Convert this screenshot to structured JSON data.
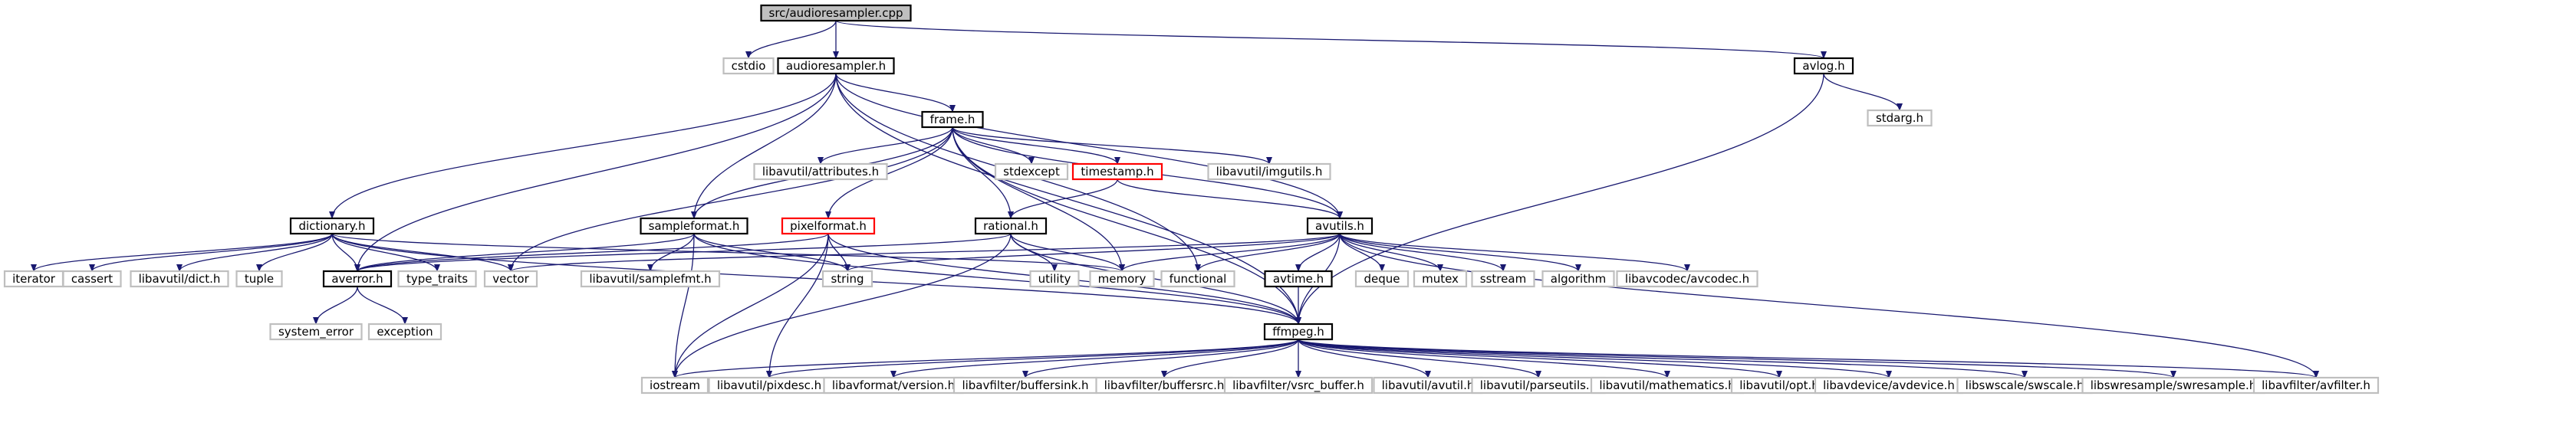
{
  "diagram": {
    "nodes": [
      {
        "id": "src",
        "label": "src/audioresampler.cpp",
        "kind": "root"
      },
      {
        "id": "cstdio",
        "label": "cstdio",
        "kind": "system"
      },
      {
        "id": "audioresampler_h",
        "label": "audioresampler.h",
        "kind": "local"
      },
      {
        "id": "avlog_h",
        "label": "avlog.h",
        "kind": "local"
      },
      {
        "id": "stdarg_h",
        "label": "stdarg.h",
        "kind": "system"
      },
      {
        "id": "frame_h",
        "label": "frame.h",
        "kind": "local"
      },
      {
        "id": "dictionary_h",
        "label": "dictionary.h",
        "kind": "local"
      },
      {
        "id": "sampleformat_h",
        "label": "sampleformat.h",
        "kind": "local"
      },
      {
        "id": "libavutil_attributes_h",
        "label": "libavutil/attributes.h",
        "kind": "system"
      },
      {
        "id": "stdexcept",
        "label": "stdexcept",
        "kind": "system"
      },
      {
        "id": "timestamp_h",
        "label": "timestamp.h",
        "kind": "missing"
      },
      {
        "id": "libavutil_imgutils_h",
        "label": "libavutil/imgutils.h",
        "kind": "system"
      },
      {
        "id": "pixelformat_h",
        "label": "pixelformat.h",
        "kind": "missing"
      },
      {
        "id": "rational_h",
        "label": "rational.h",
        "kind": "local"
      },
      {
        "id": "avutils_h",
        "label": "avutils.h",
        "kind": "local"
      },
      {
        "id": "iterator",
        "label": "iterator",
        "kind": "system"
      },
      {
        "id": "cassert",
        "label": "cassert",
        "kind": "system"
      },
      {
        "id": "libavutil_dict_h",
        "label": "libavutil/dict.h",
        "kind": "system"
      },
      {
        "id": "tuple",
        "label": "tuple",
        "kind": "system"
      },
      {
        "id": "averror_h",
        "label": "averror.h",
        "kind": "local"
      },
      {
        "id": "type_traits",
        "label": "type_traits",
        "kind": "system"
      },
      {
        "id": "vector",
        "label": "vector",
        "kind": "system"
      },
      {
        "id": "libavutil_samplefmt_h",
        "label": "libavutil/samplefmt.h",
        "kind": "system"
      },
      {
        "id": "string",
        "label": "string",
        "kind": "system"
      },
      {
        "id": "utility",
        "label": "utility",
        "kind": "system"
      },
      {
        "id": "memory",
        "label": "memory",
        "kind": "system"
      },
      {
        "id": "functional",
        "label": "functional",
        "kind": "system"
      },
      {
        "id": "avtime_h",
        "label": "avtime.h",
        "kind": "local"
      },
      {
        "id": "deque",
        "label": "deque",
        "kind": "system"
      },
      {
        "id": "mutex",
        "label": "mutex",
        "kind": "system"
      },
      {
        "id": "sstream",
        "label": "sstream",
        "kind": "system"
      },
      {
        "id": "algorithm",
        "label": "algorithm",
        "kind": "system"
      },
      {
        "id": "libavcodec_avcodec_h",
        "label": "libavcodec/avcodec.h",
        "kind": "system"
      },
      {
        "id": "system_error",
        "label": "system_error",
        "kind": "system"
      },
      {
        "id": "exception",
        "label": "exception",
        "kind": "system"
      },
      {
        "id": "ffmpeg_h",
        "label": "ffmpeg.h",
        "kind": "local"
      },
      {
        "id": "iostream",
        "label": "iostream",
        "kind": "system"
      },
      {
        "id": "libavutil_pixdesc_h",
        "label": "libavutil/pixdesc.h",
        "kind": "system"
      },
      {
        "id": "libavformat_version_h",
        "label": "libavformat/version.h",
        "kind": "system"
      },
      {
        "id": "libavfilter_buffersink_h",
        "label": "libavfilter/buffersink.h",
        "kind": "system"
      },
      {
        "id": "libavfilter_buffersrc_h",
        "label": "libavfilter/buffersrc.h",
        "kind": "system"
      },
      {
        "id": "libavfilter_vsrc_buffer_h",
        "label": "libavfilter/vsrc_buffer.h",
        "kind": "system"
      },
      {
        "id": "libavutil_avutil_h",
        "label": "libavutil/avutil.h",
        "kind": "system"
      },
      {
        "id": "libavutil_parseutils_h",
        "label": "libavutil/parseutils.h",
        "kind": "system"
      },
      {
        "id": "libavutil_mathematics_h",
        "label": "libavutil/mathematics.h",
        "kind": "system"
      },
      {
        "id": "libavutil_opt_h",
        "label": "libavutil/opt.h",
        "kind": "system"
      },
      {
        "id": "libavdevice_avdevice_h",
        "label": "libavdevice/avdevice.h",
        "kind": "system"
      },
      {
        "id": "libswscale_swscale_h",
        "label": "libswscale/swscale.h",
        "kind": "system"
      },
      {
        "id": "libswresample_swresample_h",
        "label": "libswresample/swresample.h",
        "kind": "system"
      },
      {
        "id": "libavfilter_avfilter_h",
        "label": "libavfilter/avfilter.h",
        "kind": "system"
      }
    ],
    "edges": [
      [
        "src",
        "cstdio"
      ],
      [
        "src",
        "audioresampler_h"
      ],
      [
        "src",
        "avlog_h"
      ],
      [
        "avlog_h",
        "stdarg_h"
      ],
      [
        "avlog_h",
        "ffmpeg_h"
      ],
      [
        "audioresampler_h",
        "frame_h"
      ],
      [
        "audioresampler_h",
        "dictionary_h"
      ],
      [
        "audioresampler_h",
        "sampleformat_h"
      ],
      [
        "audioresampler_h",
        "avutils_h"
      ],
      [
        "audioresampler_h",
        "averror_h"
      ],
      [
        "audioresampler_h",
        "functional"
      ],
      [
        "audioresampler_h",
        "ffmpeg_h"
      ],
      [
        "frame_h",
        "sampleformat_h"
      ],
      [
        "frame_h",
        "libavutil_attributes_h"
      ],
      [
        "frame_h",
        "stdexcept"
      ],
      [
        "frame_h",
        "timestamp_h"
      ],
      [
        "frame_h",
        "libavutil_imgutils_h"
      ],
      [
        "frame_h",
        "pixelformat_h"
      ],
      [
        "frame_h",
        "rational_h"
      ],
      [
        "frame_h",
        "avutils_h"
      ],
      [
        "frame_h",
        "vector"
      ],
      [
        "frame_h",
        "memory"
      ],
      [
        "frame_h",
        "ffmpeg_h"
      ],
      [
        "timestamp_h",
        "rational_h"
      ],
      [
        "timestamp_h",
        "avutils_h"
      ],
      [
        "dictionary_h",
        "iterator"
      ],
      [
        "dictionary_h",
        "cassert"
      ],
      [
        "dictionary_h",
        "libavutil_dict_h"
      ],
      [
        "dictionary_h",
        "tuple"
      ],
      [
        "dictionary_h",
        "averror_h"
      ],
      [
        "dictionary_h",
        "type_traits"
      ],
      [
        "dictionary_h",
        "vector"
      ],
      [
        "dictionary_h",
        "memory"
      ],
      [
        "dictionary_h",
        "ffmpeg_h"
      ],
      [
        "sampleformat_h",
        "averror_h"
      ],
      [
        "sampleformat_h",
        "libavutil_samplefmt_h"
      ],
      [
        "sampleformat_h",
        "string"
      ],
      [
        "sampleformat_h",
        "iostream"
      ],
      [
        "sampleformat_h",
        "ffmpeg_h"
      ],
      [
        "pixelformat_h",
        "averror_h"
      ],
      [
        "pixelformat_h",
        "string"
      ],
      [
        "pixelformat_h",
        "iostream"
      ],
      [
        "pixelformat_h",
        "libavutil_pixdesc_h"
      ],
      [
        "pixelformat_h",
        "ffmpeg_h"
      ],
      [
        "rational_h",
        "averror_h"
      ],
      [
        "rational_h",
        "utility"
      ],
      [
        "rational_h",
        "memory"
      ],
      [
        "rational_h",
        "iostream"
      ],
      [
        "rational_h",
        "ffmpeg_h"
      ],
      [
        "avutils_h",
        "vector"
      ],
      [
        "avutils_h",
        "string"
      ],
      [
        "avutils_h",
        "memory"
      ],
      [
        "avutils_h",
        "functional"
      ],
      [
        "avutils_h",
        "avtime_h"
      ],
      [
        "avutils_h",
        "deque"
      ],
      [
        "avutils_h",
        "mutex"
      ],
      [
        "avutils_h",
        "sstream"
      ],
      [
        "avutils_h",
        "algorithm"
      ],
      [
        "avutils_h",
        "libavcodec_avcodec_h"
      ],
      [
        "avutils_h",
        "libavfilter_avfilter_h"
      ],
      [
        "avutils_h",
        "ffmpeg_h"
      ],
      [
        "averror_h",
        "system_error"
      ],
      [
        "averror_h",
        "exception"
      ],
      [
        "avtime_h",
        "ffmpeg_h"
      ],
      [
        "ffmpeg_h",
        "iostream"
      ],
      [
        "ffmpeg_h",
        "libavutil_pixdesc_h"
      ],
      [
        "ffmpeg_h",
        "libavformat_version_h"
      ],
      [
        "ffmpeg_h",
        "libavfilter_buffersink_h"
      ],
      [
        "ffmpeg_h",
        "libavfilter_buffersrc_h"
      ],
      [
        "ffmpeg_h",
        "libavfilter_vsrc_buffer_h"
      ],
      [
        "ffmpeg_h",
        "libavutil_avutil_h"
      ],
      [
        "ffmpeg_h",
        "libavutil_parseutils_h"
      ],
      [
        "ffmpeg_h",
        "libavutil_mathematics_h"
      ],
      [
        "ffmpeg_h",
        "libavutil_opt_h"
      ],
      [
        "ffmpeg_h",
        "libavdevice_avdevice_h"
      ],
      [
        "ffmpeg_h",
        "libswscale_swscale_h"
      ],
      [
        "ffmpeg_h",
        "libswresample_swresample_h"
      ],
      [
        "ffmpeg_h",
        "libavfilter_avfilter_h"
      ]
    ]
  },
  "colors": {
    "edge": "#191970",
    "root_fill": "#bfbfbf",
    "local_border": "#000000",
    "missing_border": "#ff0000",
    "system_border": "#bfbfbf",
    "system_text": "#000000",
    "box_fill": "#ffffff"
  }
}
